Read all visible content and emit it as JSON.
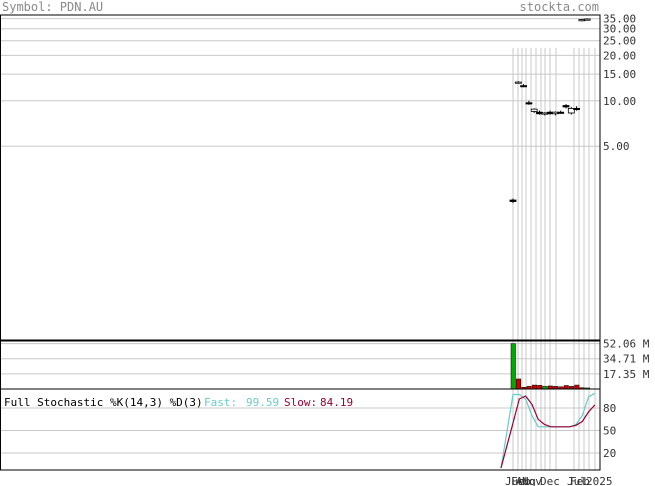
{
  "header": {
    "symbol_label": "Symbol: PDN.AU",
    "site": "stockta.com"
  },
  "colors": {
    "frame": "#000000",
    "grid": "#c8c8c8",
    "header_text": "#8a8a8a",
    "up_bar": "#00aa00",
    "down_bar": "#cc0000",
    "stoch_fast": "#66cccc",
    "stoch_slow": "#990033"
  },
  "chart_data": [
    {
      "type": "candlestick",
      "title": "",
      "y_scale": "log",
      "y_ticks": [
        {
          "value": 35,
          "label": "35.00"
        },
        {
          "value": 30,
          "label": "30.00"
        },
        {
          "value": 25,
          "label": "25.00"
        },
        {
          "value": 20,
          "label": "20.00"
        },
        {
          "value": 15,
          "label": "15.00"
        },
        {
          "value": 10,
          "label": "10.00"
        },
        {
          "value": 5,
          "label": "5.00"
        }
      ],
      "candles": [
        {
          "o": 2.2,
          "h": 2.25,
          "l": 2.1,
          "c": 2.15
        },
        {
          "o": 13.2,
          "h": 13.5,
          "l": 13.0,
          "c": 13.3
        },
        {
          "o": 12.6,
          "h": 12.9,
          "l": 12.3,
          "c": 12.4
        },
        {
          "o": 9.7,
          "h": 10.0,
          "l": 9.4,
          "c": 9.6
        },
        {
          "o": 8.5,
          "h": 8.9,
          "l": 8.3,
          "c": 8.8
        },
        {
          "o": 8.4,
          "h": 8.6,
          "l": 8.1,
          "c": 8.2
        },
        {
          "o": 8.2,
          "h": 8.4,
          "l": 8.0,
          "c": 8.3
        },
        {
          "o": 8.4,
          "h": 8.6,
          "l": 8.1,
          "c": 8.2
        },
        {
          "o": 8.2,
          "h": 8.5,
          "l": 8.0,
          "c": 8.4
        },
        {
          "o": 8.4,
          "h": 8.6,
          "l": 8.2,
          "c": 8.3
        },
        {
          "o": 9.3,
          "h": 9.5,
          "l": 8.9,
          "c": 9.1
        },
        {
          "o": 8.3,
          "h": 9.1,
          "l": 8.1,
          "c": 8.9
        },
        {
          "o": 8.9,
          "h": 9.2,
          "l": 8.6,
          "c": 8.8
        },
        {
          "o": 34.0,
          "h": 34.8,
          "l": 33.5,
          "c": 34.5
        },
        {
          "o": 34.5,
          "h": 35.2,
          "l": 34.0,
          "c": 34.8
        }
      ]
    },
    {
      "type": "bar",
      "title": "",
      "y_ticks": [
        {
          "value": 52.06,
          "label": "52.06 M"
        },
        {
          "value": 34.71,
          "label": "34.71 M"
        },
        {
          "value": 17.35,
          "label": "17.35 M"
        }
      ],
      "ylim": [
        0,
        55
      ],
      "volumes": [
        {
          "v": 52.0,
          "dir": "up"
        },
        {
          "v": 11.5,
          "dir": "down"
        },
        {
          "v": 2.0,
          "dir": "down"
        },
        {
          "v": 3.0,
          "dir": "down"
        },
        {
          "v": 4.5,
          "dir": "down"
        },
        {
          "v": 4.2,
          "dir": "down"
        },
        {
          "v": 3.0,
          "dir": "up"
        },
        {
          "v": 3.5,
          "dir": "down"
        },
        {
          "v": 3.0,
          "dir": "down"
        },
        {
          "v": 2.5,
          "dir": "down"
        },
        {
          "v": 4.0,
          "dir": "down"
        },
        {
          "v": 3.0,
          "dir": "down"
        },
        {
          "v": 4.5,
          "dir": "down"
        },
        {
          "v": 1.5,
          "dir": "down"
        },
        {
          "v": 1.2,
          "dir": "up"
        }
      ]
    },
    {
      "type": "line",
      "title": "Full Stochastic %K(14,3) %D(3)",
      "fast_label": "Fast:",
      "fast_value": "99.59",
      "slow_label": "Slow:",
      "slow_value": "84.19",
      "ylim": [
        0,
        100
      ],
      "y_ticks": [
        {
          "value": 80,
          "label": "80"
        },
        {
          "value": 50,
          "label": "50"
        },
        {
          "value": 20,
          "label": "20"
        }
      ],
      "series": [
        {
          "key": "fast",
          "values": [
            0,
            98,
            98,
            92,
            70,
            55,
            55,
            55,
            55,
            55,
            55,
            58,
            70,
            95,
            99.59
          ]
        },
        {
          "key": "slow",
          "values": [
            0,
            60,
            92,
            96,
            85,
            65,
            58,
            55,
            55,
            55,
            55,
            57,
            62,
            75,
            84.19
          ]
        }
      ]
    }
  ],
  "x_axis": {
    "labels": [
      "Jun",
      "Feb",
      "Aug",
      "Nov",
      "Dec",
      "Jul",
      "Feb",
      "2025"
    ]
  }
}
